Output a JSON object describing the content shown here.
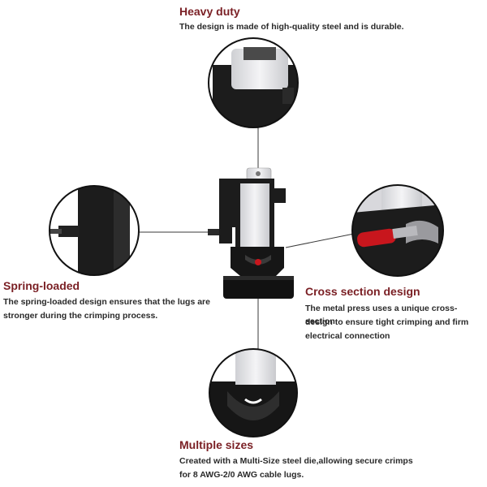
{
  "features": {
    "heavy_duty": {
      "title": "Heavy duty",
      "description": "The design is made of high-quality steel and is durable."
    },
    "spring_loaded": {
      "title": "Spring-loaded",
      "description_line1": "The spring-loaded design ensures that the lugs are",
      "description_line2": "stronger during the crimping process."
    },
    "cross_section": {
      "title": "Cross section design",
      "description_line1": "The metal press uses a unique cross-section",
      "description_line2": "design to ensure tight crimping and firm",
      "description_line3": "electrical connection"
    },
    "multiple_sizes": {
      "title": "Multiple sizes",
      "description_line1": "Created with a Multi-Size steel die,allowing secure crimps",
      "description_line2": "for 8 AWG-2/0 AWG cable lugs."
    }
  },
  "colors": {
    "title": "#7a1f24",
    "text": "#2a2a2a",
    "tool_body": "#1c1c1c",
    "die_silver": "#e8e8ec",
    "lug_red": "#c8161d"
  }
}
